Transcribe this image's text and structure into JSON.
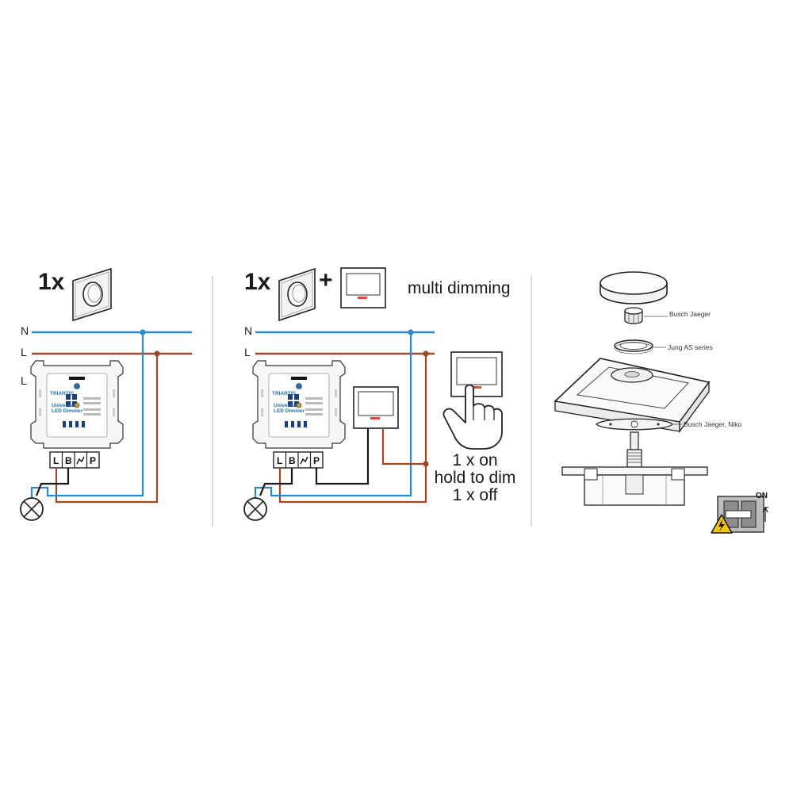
{
  "panel1": {
    "quantity_label": "1x",
    "wire_n_label": "N",
    "wire_l_label": "L",
    "lamp_l_label": "L",
    "terminals": [
      "L",
      "B",
      "",
      "P"
    ]
  },
  "panel2": {
    "quantity_label": "1x",
    "plus_label": "+",
    "mode_label": "multi dimming",
    "wire_n_label": "N",
    "wire_l_label": "L",
    "terminals": [
      "L",
      "B",
      "",
      "P"
    ],
    "instructions": [
      "1 x on",
      "hold to dim",
      "1 x off"
    ]
  },
  "dimmer_module": {
    "brand": "TRIARTIS",
    "name_line1": "Universal",
    "name_line2": "LED Dimmer"
  },
  "panel3": {
    "labels": [
      "Busch Jaeger",
      "Jung AS series",
      "Busch Jaeger, Niko"
    ],
    "power_on_label": "ON"
  },
  "colors": {
    "neutral_wire": "#2a8ad0",
    "live_wire": "#9a4a26",
    "load_wire": "#1a1a1a",
    "divider": "#b9bfd6",
    "warning": "#f5c400"
  }
}
